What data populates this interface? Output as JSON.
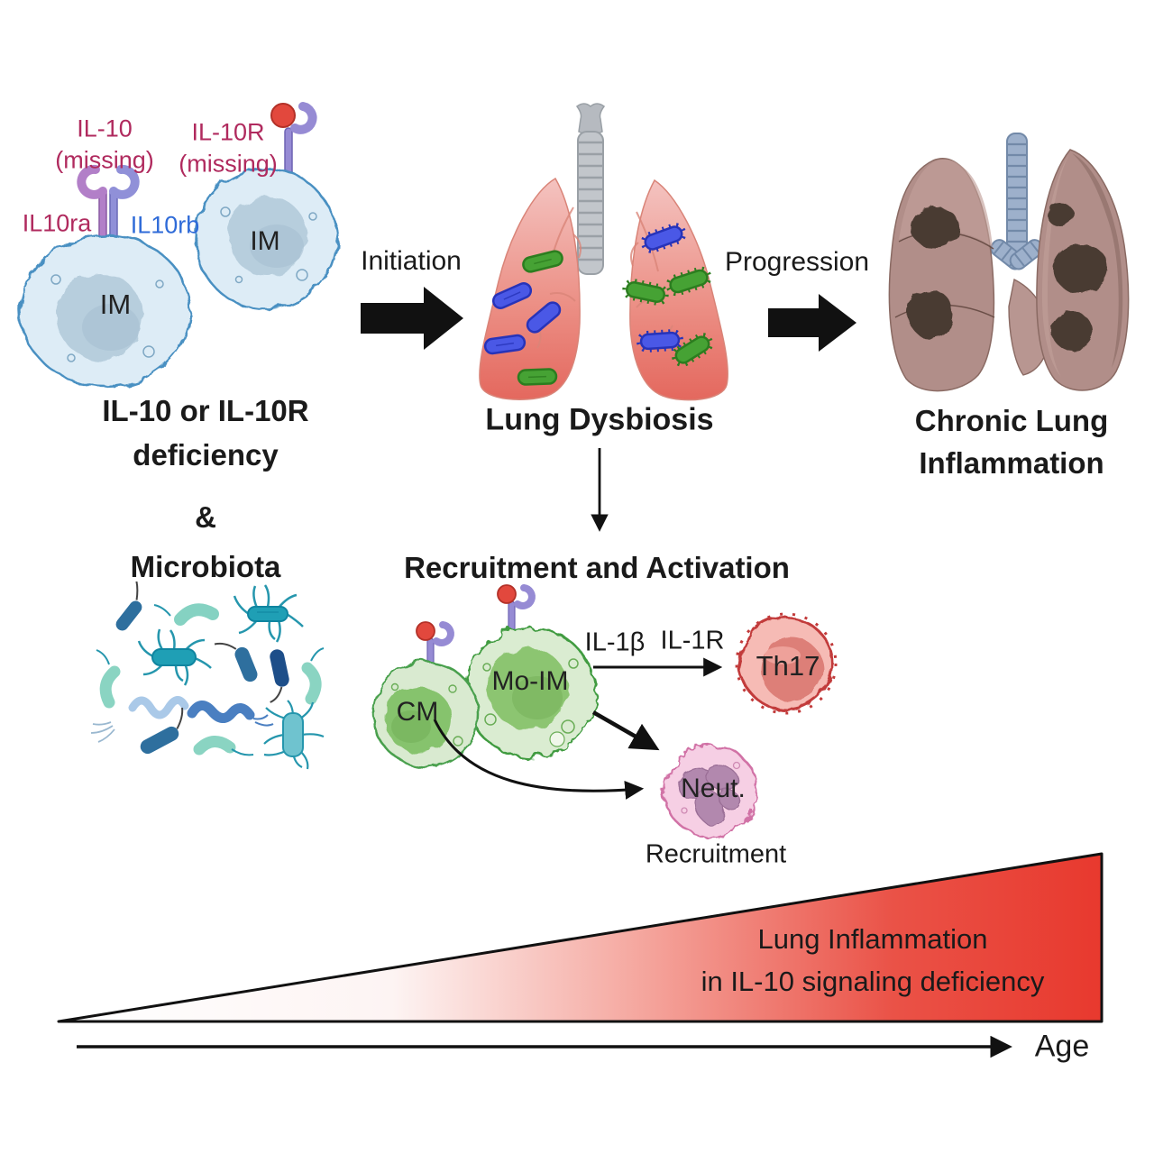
{
  "labels": {
    "il10_line1": "IL-10",
    "il10_line2": "(missing)",
    "il10r_line1": "IL-10R",
    "il10r_line2": "(missing)",
    "il10ra": "IL10ra",
    "il10rb": "IL10rb",
    "im1": "IM",
    "im2": "IM",
    "deficiency_line1": "IL-10 or IL-10R",
    "deficiency_line2": "deficiency",
    "amp": "&",
    "microbiota": "Microbiota",
    "initiation": "Initiation",
    "lung_dysbiosis": "Lung Dysbiosis",
    "progression": "Progression",
    "chronic_line1": "Chronic Lung",
    "chronic_line2": "Inflammation",
    "recruitment_activation": "Recruitment and Activation",
    "cm": "CM",
    "mo_im": "Mo-IM",
    "il1b": "IL-1β",
    "il1r": "IL-1R",
    "th17": "Th17",
    "neut": "Neut.",
    "recruitment": "Recruitment",
    "wedge_line1": "Lung Inflammation",
    "wedge_line2": "in IL-10 signaling deficiency",
    "age": "Age"
  },
  "colors": {
    "crimson_text": "#b02a5e",
    "blue_text": "#2f6bd8",
    "arrow_black": "#111111",
    "wedge_red": "#e8392e",
    "im_cell_body": "#ddecf6",
    "im_cell_outline": "#4a90c2",
    "receptor_purple": "#968bd4",
    "receptor_pink_purple": "#b27fc8",
    "ligand_red": "#e2483d",
    "healthy_lung_pink": "#ee8d82",
    "diseased_lung_mauve": "#b18e89",
    "lesion_brown": "#4a3a31",
    "green_cell_body": "#daecd1",
    "green_cell_outline": "#3f9b3f",
    "th17_body": "#f6bbb5",
    "th17_outline": "#c23a3a",
    "neut_body": "#f6cfe4",
    "neut_outline": "#d172a6",
    "bacteria_blue": "#4a58e6",
    "bacteria_green": "#46a234"
  }
}
